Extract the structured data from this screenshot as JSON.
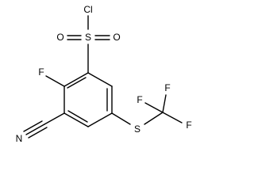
{
  "diagram": {
    "kind": "chemical-structure",
    "atoms": {
      "cl": "Cl",
      "s_sulfonyl": "S",
      "o_left": "O",
      "o_right": "O",
      "f_ring": "F",
      "n_nitrile": "N",
      "s_thio": "S",
      "f_cf3_top": "F",
      "f_cf3_left": "F",
      "f_cf3_right": "F"
    },
    "colors": {
      "bond": "#000000",
      "label": "#000000",
      "background": "#ffffff"
    }
  }
}
